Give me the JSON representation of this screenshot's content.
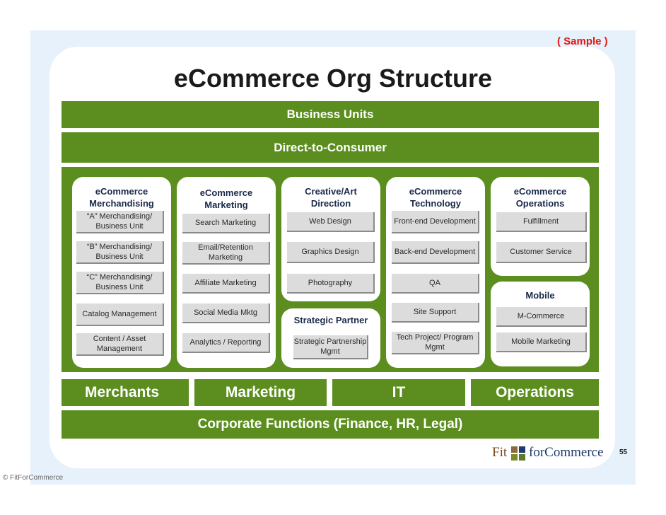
{
  "sample_label": "( Sample )",
  "title": "eCommerce Org Structure",
  "business_units": "Business Units",
  "direct_to_consumer": "Direct-to-Consumer",
  "columns": [
    {
      "head": [
        "eCommerce",
        "Merchandising"
      ],
      "items": [
        "“A” Merchandising/ Business Unit",
        "“B” Merchandising/ Business Unit",
        "“C” Merchandising/ Business Unit",
        "Catalog Management",
        "Content / Asset Management"
      ]
    },
    {
      "head": [
        "eCommerce",
        "Marketing"
      ],
      "items": [
        "Search Marketing",
        "Email/Retention Marketing",
        "Affiliate Marketing",
        "Social Media Mktg",
        "Analytics / Reporting"
      ]
    },
    {
      "head": [
        "Creative/Art",
        "Direction"
      ],
      "items": [
        "Web Design",
        "Graphics Design",
        "Photography"
      ]
    },
    {
      "head": [
        "eCommerce",
        "Technology"
      ],
      "items": [
        "Front-end Development",
        "Back-end Development",
        "QA",
        "Site Support",
        "Tech Project/ Program Mgmt"
      ]
    },
    {
      "head": [
        "eCommerce",
        "Operations"
      ],
      "items": [
        "Fulfillment",
        "Customer Service"
      ]
    }
  ],
  "strategic_partner": {
    "head": "Strategic Partner",
    "items": [
      "Strategic Partnership Mgmt"
    ]
  },
  "mobile": {
    "head": "Mobile",
    "items": [
      "M-Commerce",
      "Mobile Marketing"
    ]
  },
  "functions": [
    "Merchants",
    "Marketing",
    "IT",
    "Operations"
  ],
  "corporate": "Corporate Functions (Finance, HR, Legal)",
  "logo": {
    "fit": "Fit",
    "for": "forCommerce"
  },
  "page_number": "55",
  "copyright": "© FitForCommerce",
  "colors": {
    "green": "#5b8e1e",
    "sample_red": "#e8170f",
    "frame_blue": "#e6f1fb",
    "box_gray": "#dcdcdc"
  }
}
